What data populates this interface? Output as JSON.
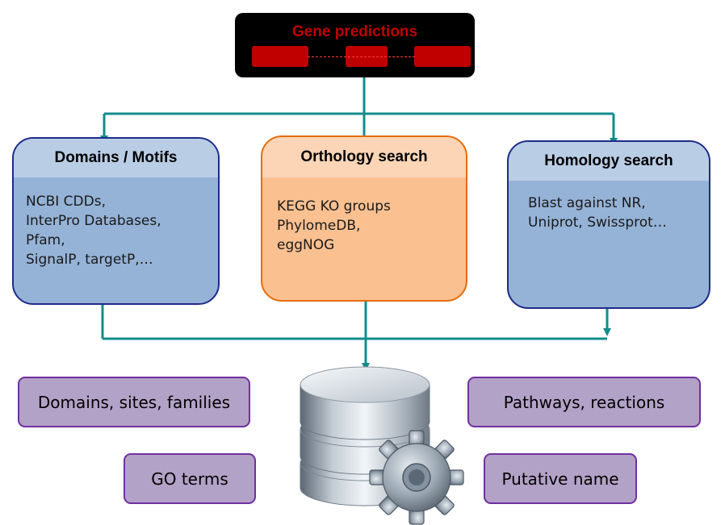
{
  "gene_predictions": {
    "title": "Gene predictions",
    "colors": {
      "banner": "#000000",
      "text": "#c00000",
      "exon": "#c00000"
    }
  },
  "sources": [
    {
      "title": "Domains / Motifs",
      "items": [
        "NCBI CDDs,",
        "InterPro Databases,",
        "Pfam,",
        "SignalP, targetP,…"
      ],
      "colors": {
        "fill": "#95b3d7",
        "header": "#b9cde5",
        "border": "#1f2a8a"
      }
    },
    {
      "title": "Orthology search",
      "items": [
        "KEGG KO groups",
        "PhylomeDB,",
        "eggNOG"
      ],
      "colors": {
        "fill": "#fac090",
        "header": "#fbd5b5",
        "border": "#e46c0a"
      }
    },
    {
      "title": "Homology search",
      "items": [
        "Blast against NR,",
        "Uniprot, Swissprot…"
      ],
      "colors": {
        "fill": "#95b3d7",
        "header": "#b9cde5",
        "border": "#1f2a8a"
      }
    }
  ],
  "outputs": {
    "domains": "Domains, sites, families",
    "go_terms": "GO terms",
    "pathways": "Pathways, reactions",
    "putative_name": "Putative name",
    "colors": {
      "fill": "#b3a2c7",
      "border": "#7030a0"
    }
  },
  "connector_color": "#138c8c",
  "icons": {
    "database": "database-gear-icon"
  }
}
